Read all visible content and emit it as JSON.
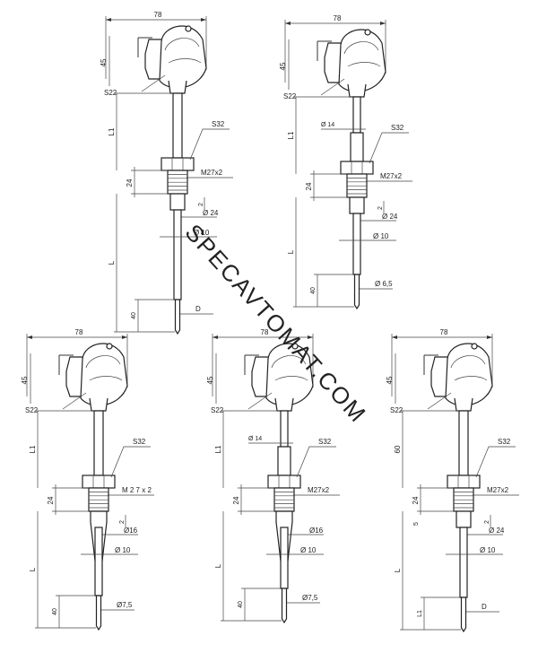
{
  "watermark": "SPECAVTOMAT.COM",
  "drawings": [
    {
      "id": "a",
      "width": "78",
      "head": "45",
      "hex_wrench": "S22",
      "hex_nut": "S32",
      "upper_length": "L1",
      "thread_len": "24",
      "thread": "M27x2",
      "gap": "2",
      "collar": "Ø 24",
      "stem": "Ø 10",
      "length": "L",
      "tip_len": "40",
      "tip": "D"
    },
    {
      "id": "b",
      "width": "78",
      "head": "45",
      "hex_wrench": "S22",
      "hex_nut": "S32",
      "upper_length": "L1",
      "neck": "Ø 14",
      "thread_len": "24",
      "thread": "M27x2",
      "gap": "2",
      "collar": "Ø 24",
      "stem": "Ø 10",
      "length": "L",
      "tip_len": "40",
      "tip": "Ø 6,5"
    },
    {
      "id": "c",
      "width": "78",
      "head": "45",
      "hex_wrench": "S22",
      "hex_nut": "S32",
      "upper_length": "L1",
      "thread_len": "24",
      "thread": "M 2 7 x 2",
      "gap": "2",
      "collar": "Ø16",
      "stem": "Ø 10",
      "length": "L",
      "tip_len": "40",
      "tip": "Ø7,5"
    },
    {
      "id": "d",
      "width": "78",
      "head": "45",
      "hex_wrench": "S22",
      "hex_nut": "S32",
      "upper_length": "L1",
      "neck": "Ø 14",
      "thread_len": "24",
      "thread": "M27x2",
      "collar": "Ø16",
      "stem": "Ø 10",
      "length": "L",
      "tip_len": "40",
      "tip": "Ø7,5"
    },
    {
      "id": "e",
      "width": "78",
      "head": "45",
      "hex_wrench": "S22",
      "hex_nut": "S32",
      "upper_length": "60",
      "thread_len": "24",
      "thread_sub": "5",
      "thread": "M27x2",
      "gap": "2",
      "collar": "Ø 24",
      "stem": "Ø 10",
      "length": "L",
      "tip_len": "L1",
      "tip": "D"
    }
  ]
}
